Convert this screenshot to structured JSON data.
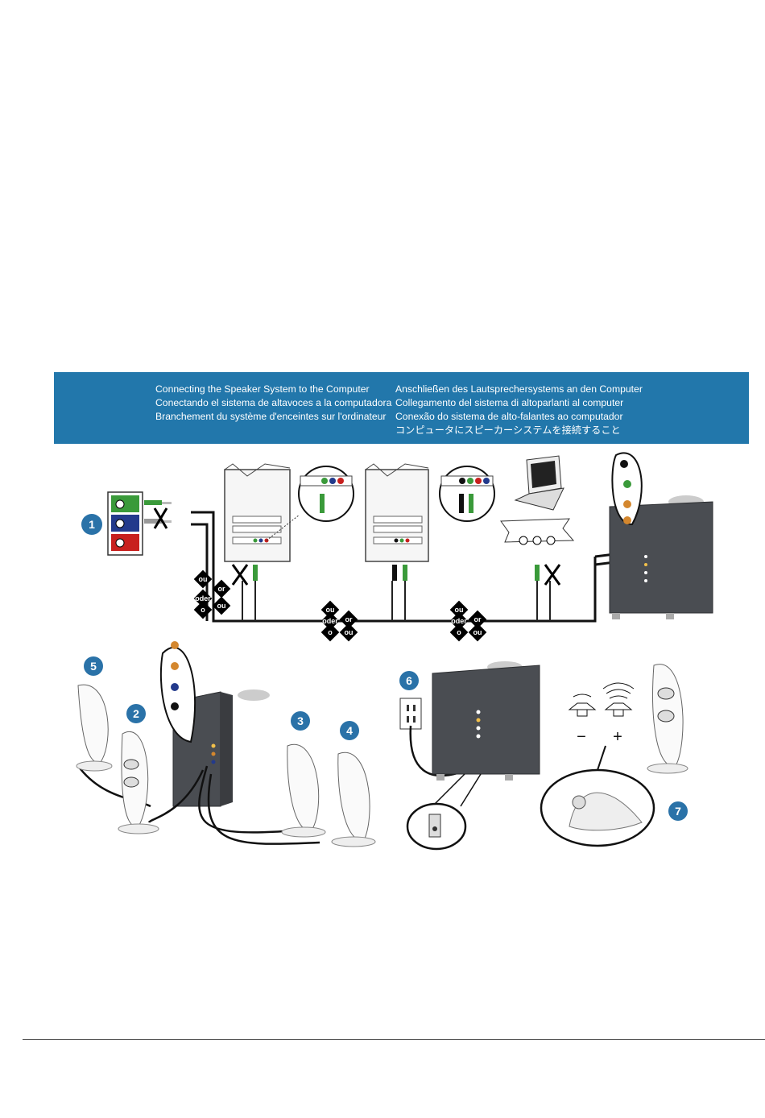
{
  "banner": {
    "left_lines": [
      "Connecting the Speaker System to the Computer",
      "Conectando el sistema de altavoces a la computadora",
      "Branchement du système d'enceintes sur l'ordinateur"
    ],
    "right_lines": [
      "Anschließen des Lautsprechersystems an den Computer",
      "Collegamento del sistema di altoparlanti al computer",
      "Conexão do sistema de alto-falantes ao computador",
      "コンピュータにスピーカーシステムを接続すること"
    ]
  },
  "steps": [
    "1",
    "2",
    "3",
    "4",
    "5",
    "6",
    "7"
  ],
  "connector_words": {
    "ou": "ou",
    "oder": "oder",
    "or": "or",
    "o": "o"
  },
  "polarity": {
    "minus": "−",
    "plus": "+"
  },
  "colors": {
    "banner": "#2277ab",
    "badge": "#2a72a8",
    "jack_green": "#3a9a3a",
    "jack_blue": "#233a8c",
    "jack_red": "#c8201e"
  }
}
